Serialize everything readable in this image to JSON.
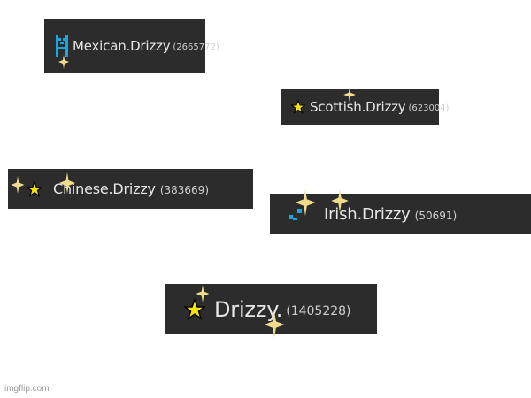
{
  "tags": {
    "mexican": {
      "name": "Mexican.Drizzy",
      "score": "(2665772)"
    },
    "scottish": {
      "name": "Scottish.Drizzy",
      "score": "(623004)"
    },
    "chinese": {
      "name": "Chinese.Drizzy",
      "score": "(383669)"
    },
    "irish": {
      "name": "Irish.Drizzy",
      "score": "(50691)"
    },
    "drizzy": {
      "name": "Drizzy.",
      "score": "(1405228)"
    }
  },
  "icons": {
    "mexican": "moderator-badge-icon",
    "scottish": "star-icon",
    "chinese": "star-icon",
    "irish": "corner-badge-icon",
    "drizzy": "star-icon"
  },
  "colors": {
    "tag_background": "#2c2c2c",
    "name_text": "#e6e6e6",
    "score_text": "#cfcfcf",
    "star_fill": "#f5e30a",
    "badge_blue": "#18a7e0",
    "sparkle": "#f0dd8c"
  },
  "watermark": "imgflip.com"
}
